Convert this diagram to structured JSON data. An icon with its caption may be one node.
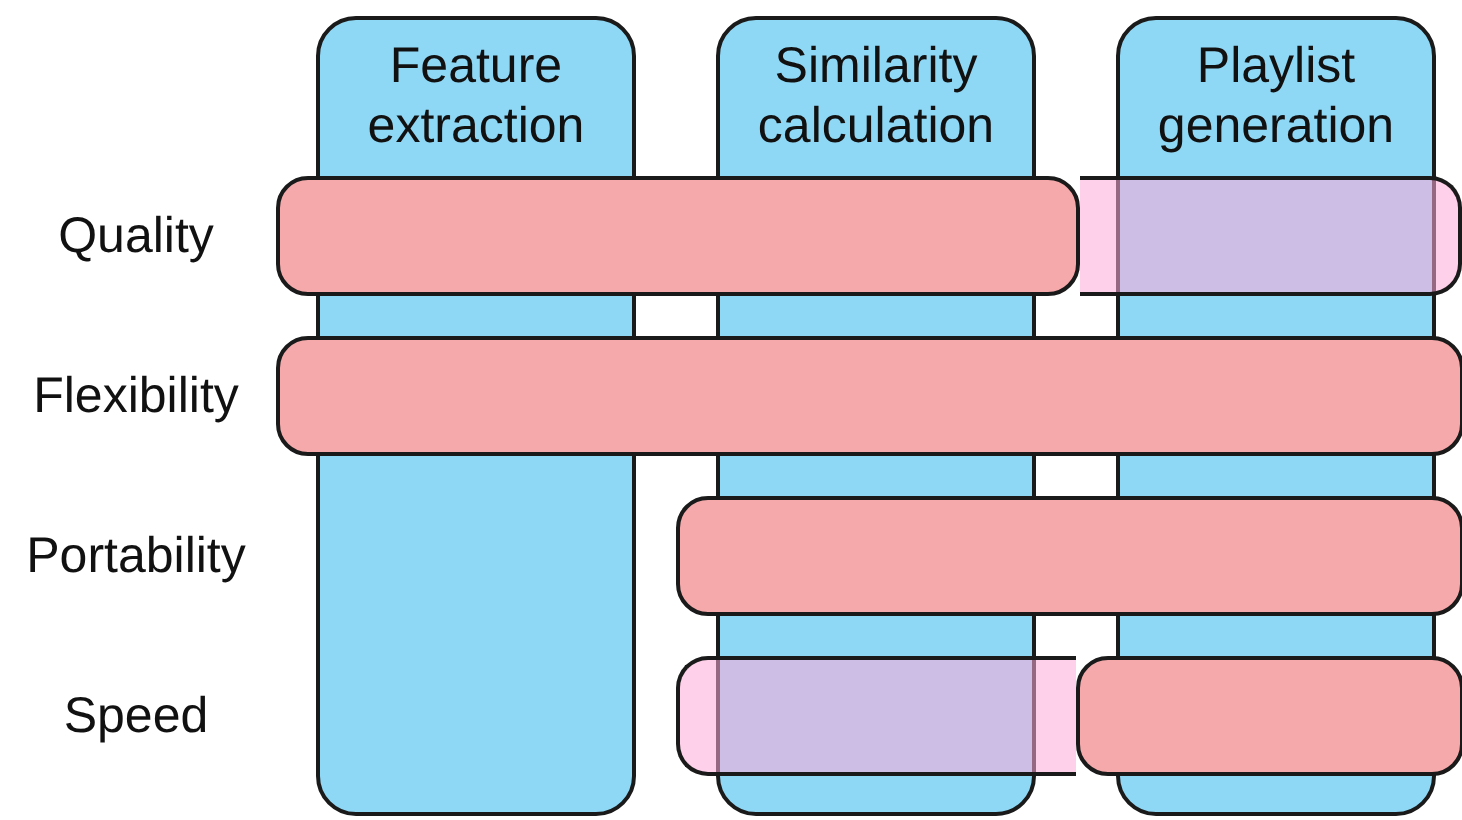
{
  "diagram": {
    "nodes": [
      {
        "text": [
          "Feature extraction"
        ]
      },
      {
        "text": [
          "Similarity calculation"
        ]
      },
      {
        "text": [
          "Playlist generation"
        ]
      },
      {
        "text": [],
        "shape": "bar"
      },
      {
        "text": [],
        "shape": "bar"
      },
      {
        "text": [],
        "shape": "bar"
      },
      {
        "text": [],
        "shape": "bar"
      },
      {
        "text": [],
        "shape": "bar"
      },
      {
        "text": [],
        "shape": "bar"
      }
    ],
    "labels": [
      "Quality",
      "Flexibility",
      "Portability",
      "Speed"
    ]
  }
}
